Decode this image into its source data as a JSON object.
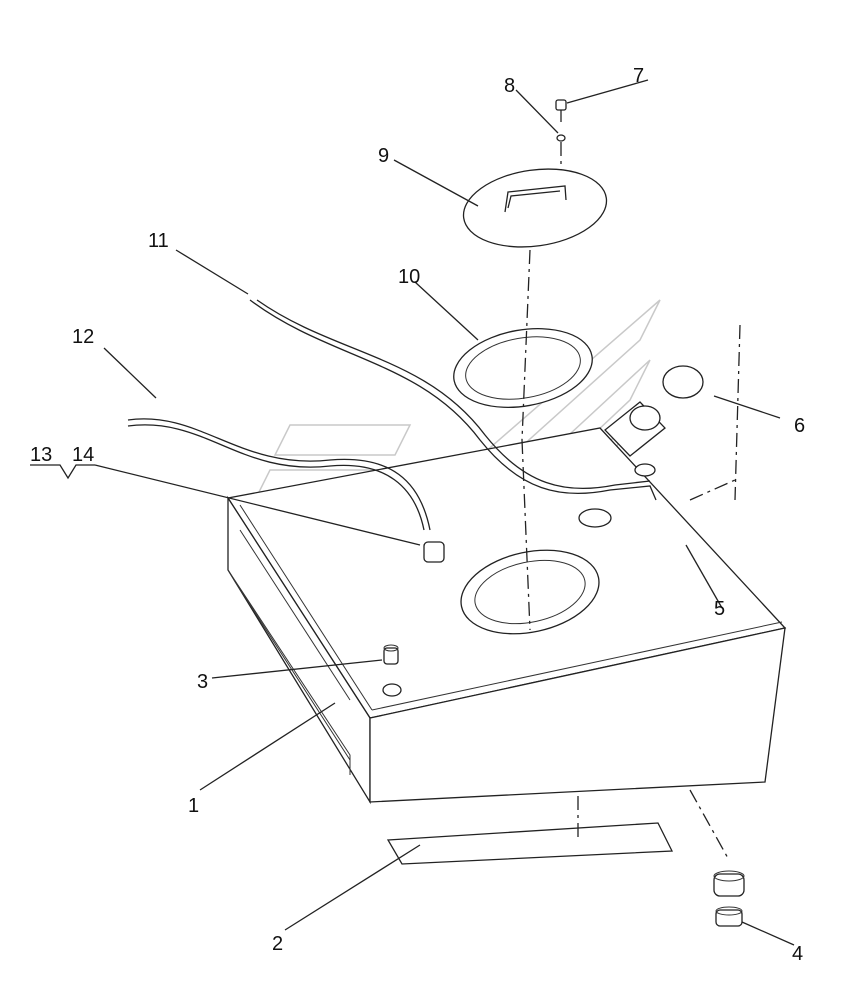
{
  "callouts": [
    {
      "id": "c1",
      "text": "1"
    },
    {
      "id": "c2",
      "text": "2"
    },
    {
      "id": "c3",
      "text": "3"
    },
    {
      "id": "c4",
      "text": "4"
    },
    {
      "id": "c5",
      "text": "5"
    },
    {
      "id": "c6",
      "text": "6"
    },
    {
      "id": "c7",
      "text": "7"
    },
    {
      "id": "c8",
      "text": "8"
    },
    {
      "id": "c9",
      "text": "9"
    },
    {
      "id": "c10",
      "text": "10"
    },
    {
      "id": "c11",
      "text": "11"
    },
    {
      "id": "c12",
      "text": "12"
    },
    {
      "id": "c13",
      "text": "13"
    },
    {
      "id": "c14",
      "text": "14"
    }
  ]
}
